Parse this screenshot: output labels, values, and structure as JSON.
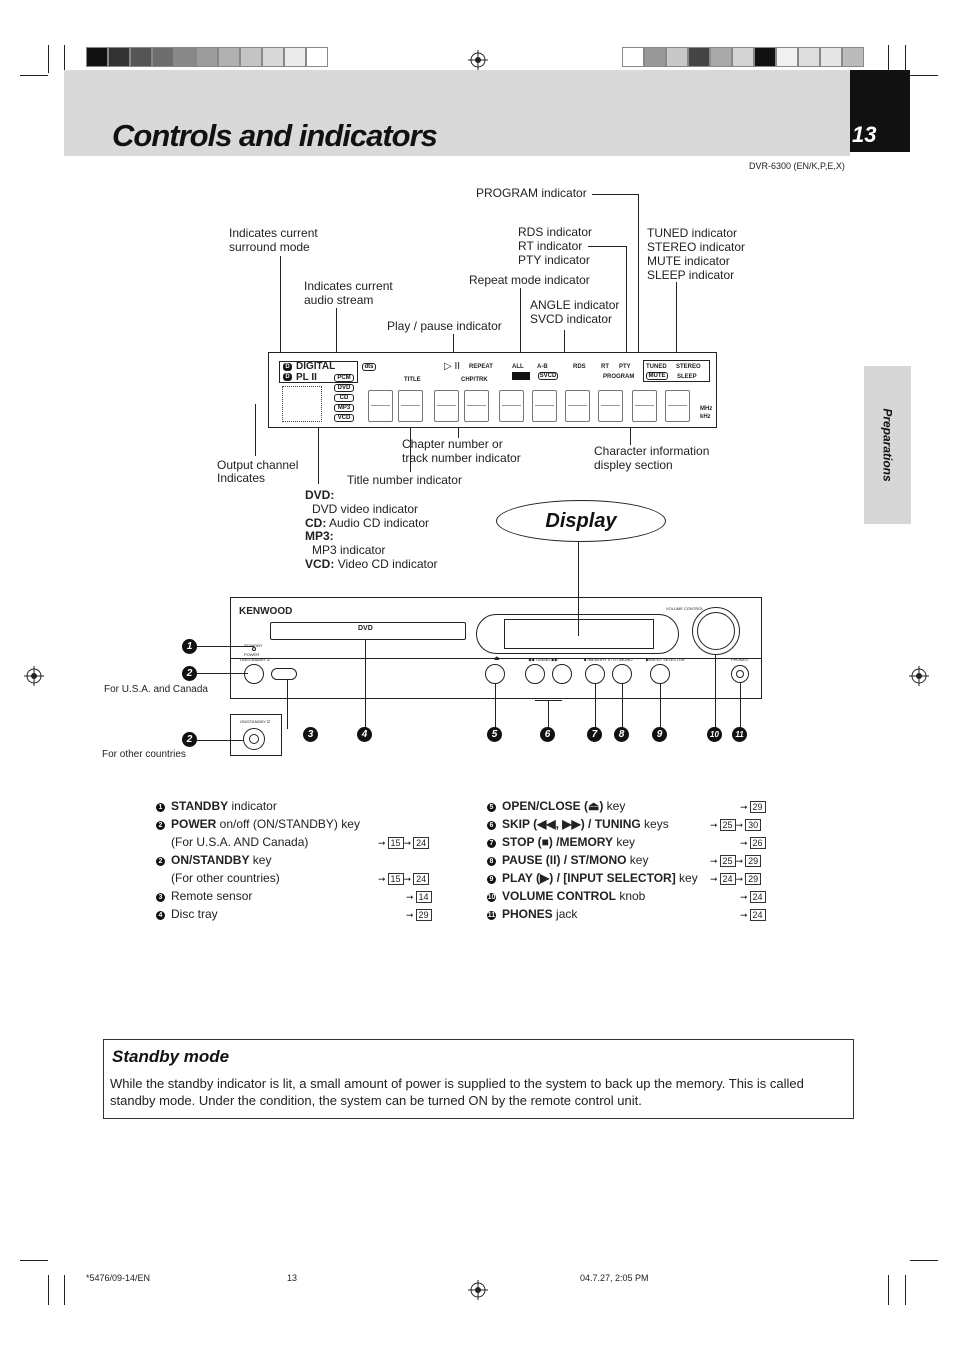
{
  "header": {
    "title": "Controls and indicators",
    "page_number": "13",
    "model": "DVR-6300 (EN/K,P,E,X)",
    "side_tab": "Preparations"
  },
  "display_labels": {
    "program_indicator": "PROGRAM indicator",
    "surround_mode": [
      "Indicates current",
      "surround mode"
    ],
    "rds_group": [
      "RDS indicator",
      "RT indicator",
      "PTY indicator"
    ],
    "tuned_group": [
      "TUNED indicator",
      "STEREO indicator",
      "MUTE indicator",
      "SLEEP indicator"
    ],
    "audio_stream": [
      "Indicates current",
      "audio stream"
    ],
    "repeat_mode": "Repeat mode indicator",
    "angle_group": [
      "ANGLE indicator",
      "SVCD indicator"
    ],
    "play_pause": "Play / pause indicator",
    "chapter_number": [
      "Chapter number or",
      "track number indicator"
    ],
    "char_info": [
      "Character information",
      "displey section"
    ],
    "output_channel": [
      "Output channel",
      "Indicates"
    ],
    "title_number": "Title number indicator",
    "disc_types": [
      {
        "key": "DVD:",
        "desc": "DVD video indicator"
      },
      {
        "key": "CD:",
        "desc": "Audio CD indicator"
      },
      {
        "key": "MP3:",
        "desc": "MP3 indicator"
      },
      {
        "key": "VCD:",
        "desc": "Video CD indicator"
      }
    ],
    "display_oval": "Display"
  },
  "lcd": {
    "digital": "DIGITAL",
    "pl2": "PL II",
    "dts": "dts",
    "pcm": "PCM",
    "dvd": "DVD",
    "cd": "CD",
    "mp3": "MP3",
    "vcd": "VCD",
    "title": "TITLE",
    "chp_trk": "CHP/TRK",
    "repeat": "REPEAT",
    "all": "ALL",
    "ab": "A-B",
    "svcd": "SVCD",
    "rds": "RDS",
    "rt": "RT",
    "pty": "PTY",
    "program": "PROGRAM",
    "tuned": "TUNED",
    "stereo": "STEREO",
    "mute": "MUTE",
    "sleep": "SLEEP",
    "mhz": "MHz",
    "khz": "kHz",
    "play_glyph": "▷ II"
  },
  "device": {
    "brand": "KENWOOD",
    "dvd_logo": "DVD",
    "standby_label": "STANDBY",
    "power_label": "POWER",
    "on_standby_label": "ON/STANDBY ⏻",
    "volume_label": "VOLUME CONTROL",
    "phones_label": "PHONES",
    "tuning_label": "◀◀ TUNING ▶▶",
    "memory_label": "■ /MEMORY  II / ST./MONO",
    "input_label": "▶/INPUT SELECTOR",
    "open_label": "⏏",
    "for_usa": "For U.S.A. and Canada",
    "for_other": "For other countries",
    "other_on_standby": "ON/STANDBY ⏻"
  },
  "callouts": [
    "1",
    "2",
    "2",
    "3",
    "4",
    "5",
    "6",
    "7",
    "8",
    "9",
    "10",
    "11"
  ],
  "legend_left": [
    {
      "num": "1",
      "bold": "STANDBY",
      "rest": " indicator",
      "pages": []
    },
    {
      "num": "2",
      "bold": "POWER",
      "rest": " on/off (ON/STANDBY) key",
      "pages": []
    },
    {
      "num": "",
      "bold": "",
      "rest": "(For U.S.A. AND Canada)",
      "pages": [
        "15",
        "24"
      ]
    },
    {
      "num": "2",
      "bold": "ON/STANDBY",
      "rest": " key",
      "pages": []
    },
    {
      "num": "",
      "bold": "",
      "rest": "(For other countries)",
      "pages": [
        "15",
        "24"
      ]
    },
    {
      "num": "3",
      "bold": "",
      "rest": "Remote sensor",
      "pages": [
        "14"
      ]
    },
    {
      "num": "4",
      "bold": "",
      "rest": "Disc tray",
      "pages": [
        "29"
      ]
    }
  ],
  "legend_right": [
    {
      "num": "5",
      "bold": "OPEN/CLOSE (⏏)",
      "rest": " key",
      "pages": [
        "29"
      ]
    },
    {
      "num": "6",
      "bold": "SKIP (◀◀, ▶▶) / TUNING",
      "rest": " keys",
      "pages": [
        "25",
        "30"
      ]
    },
    {
      "num": "7",
      "bold": "STOP (■) /MEMORY",
      "rest": " key",
      "pages": [
        "26"
      ]
    },
    {
      "num": "8",
      "bold": "PAUSE (II) / ST/MONO",
      "rest": " key",
      "pages": [
        "25",
        "29"
      ]
    },
    {
      "num": "9",
      "bold": "PLAY (▶) / [INPUT SELECTOR]",
      "rest": " key",
      "pages": [
        "24",
        "29"
      ]
    },
    {
      "num": "10",
      "bold": "VOLUME CONTROL",
      "rest": " knob",
      "pages": [
        "24"
      ]
    },
    {
      "num": "11",
      "bold": "PHONES",
      "rest": " jack",
      "pages": [
        "24"
      ]
    }
  ],
  "standby": {
    "title": "Standby mode",
    "text": "While the standby indicator is lit, a small amount of power is supplied to the system to back up the memory. This is called standby mode. Under the condition, the system can be turned ON by the remote control unit."
  },
  "footer": {
    "code": "*5476/09-14/EN",
    "page": "13",
    "date": "04.7.27, 2:05 PM"
  },
  "colors": {
    "band": "#d9d9d9",
    "tab": "#d7d7d7",
    "ink": "#111111"
  }
}
